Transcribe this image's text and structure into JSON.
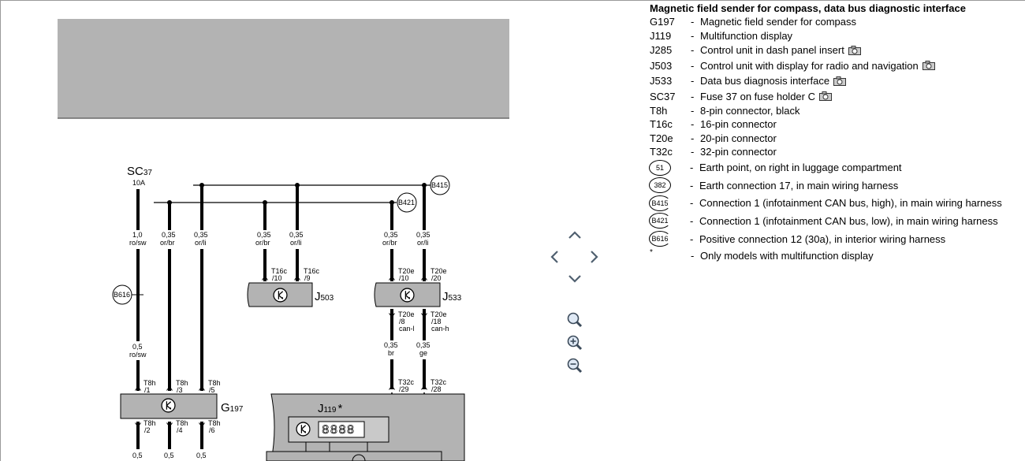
{
  "legend": {
    "title": "Magnetic field sender for compass, data bus diagnostic interface",
    "items": [
      {
        "code": "G197",
        "desc": "Magnetic field sender for compass",
        "camera": false
      },
      {
        "code": "J119",
        "desc": "Multifunction display",
        "camera": false
      },
      {
        "code": "J285",
        "desc": "Control unit in dash panel insert",
        "camera": true
      },
      {
        "code": "J503",
        "desc": "Control unit with display for radio and navigation",
        "camera": true
      },
      {
        "code": "J533",
        "desc": "Data bus diagnosis interface",
        "camera": true
      },
      {
        "code": "SC37",
        "desc": "Fuse 37 on fuse holder C",
        "camera": true
      },
      {
        "code": "T8h",
        "desc": "8-pin connector, black",
        "camera": false
      },
      {
        "code": "T16c",
        "desc": "16-pin connector",
        "camera": false
      },
      {
        "code": "T20e",
        "desc": "20-pin connector",
        "camera": false
      },
      {
        "code": "T32c",
        "desc": "32-pin connector",
        "camera": false
      }
    ],
    "circled": [
      {
        "badge": "51",
        "desc": "Earth point, on right in luggage compartment"
      },
      {
        "badge": "382",
        "desc": "Earth connection 17, in main wiring harness"
      },
      {
        "badge": "B415",
        "desc": "Connection 1 (infotainment CAN bus, high), in main wiring harness"
      },
      {
        "badge": "B421",
        "desc": "Connection 1 (infotainment CAN bus, low), in main wiring harness"
      },
      {
        "badge": "B616",
        "desc": "Positive connection 12 (30a), in interior wiring harness"
      }
    ],
    "footnote": {
      "mark": "*",
      "desc": "Only models with multifunction display"
    }
  },
  "diagram": {
    "fuse": {
      "name": "SC",
      "sub": "37",
      "rating": "10A"
    },
    "wires": {
      "fuse_out": [
        "1,0",
        "ro/sw"
      ],
      "g1": [
        "0,35",
        "or/br"
      ],
      "g2": [
        "0,35",
        "or/li"
      ],
      "r1": [
        "0,35",
        "or/br"
      ],
      "r2": [
        "0,35",
        "or/li"
      ],
      "j1": [
        "0,35",
        "or/br"
      ],
      "j2": [
        "0,35",
        "or/li"
      ],
      "fuse_low": [
        "0,5",
        "ro/sw"
      ],
      "can_l": [
        "0,35",
        "br"
      ],
      "can_h": [
        "0,35",
        "ge"
      ],
      "bottom": [
        "0,5",
        "0,5",
        "0,5"
      ]
    },
    "pins": {
      "t16c_10": [
        "T16c",
        "/10"
      ],
      "t16c_9": [
        "T16c",
        "/9"
      ],
      "t20e_10": [
        "T20e",
        "/10"
      ],
      "t20e_20": [
        "T20e",
        "/20"
      ],
      "t20e_8": [
        "T20e",
        "/8",
        "can-l"
      ],
      "t20e_18": [
        "T20e",
        "/18",
        "can-h"
      ],
      "t8h_1": [
        "T8h",
        "/1"
      ],
      "t8h_3": [
        "T8h",
        "/3"
      ],
      "t8h_5": [
        "T8h",
        "/5"
      ],
      "t8h_2": [
        "T8h",
        "/2"
      ],
      "t8h_4": [
        "T8h",
        "/4"
      ],
      "t8h_6": [
        "T8h",
        "/6"
      ],
      "t32c_29": [
        "T32c",
        "/29"
      ],
      "t32c_28": [
        "T32c",
        "/28"
      ]
    },
    "components": {
      "j503": {
        "name": "J",
        "sub": "503"
      },
      "j533": {
        "name": "J",
        "sub": "533"
      },
      "g197": {
        "name": "G",
        "sub": "197"
      },
      "j119": {
        "name": "J",
        "sub": "119",
        "mark": "*",
        "display": "8888"
      }
    },
    "nodes": {
      "b415": "B415",
      "b421": "B421",
      "b616": "B616"
    }
  },
  "controls": {
    "pan_up": "chevron-up-icon",
    "pan_left": "chevron-left-icon",
    "pan_right": "chevron-right-icon",
    "pan_down": "chevron-down-icon",
    "zoom_fit": "magnifier-icon",
    "zoom_in": "zoom-in-icon",
    "zoom_out": "zoom-out-icon"
  }
}
